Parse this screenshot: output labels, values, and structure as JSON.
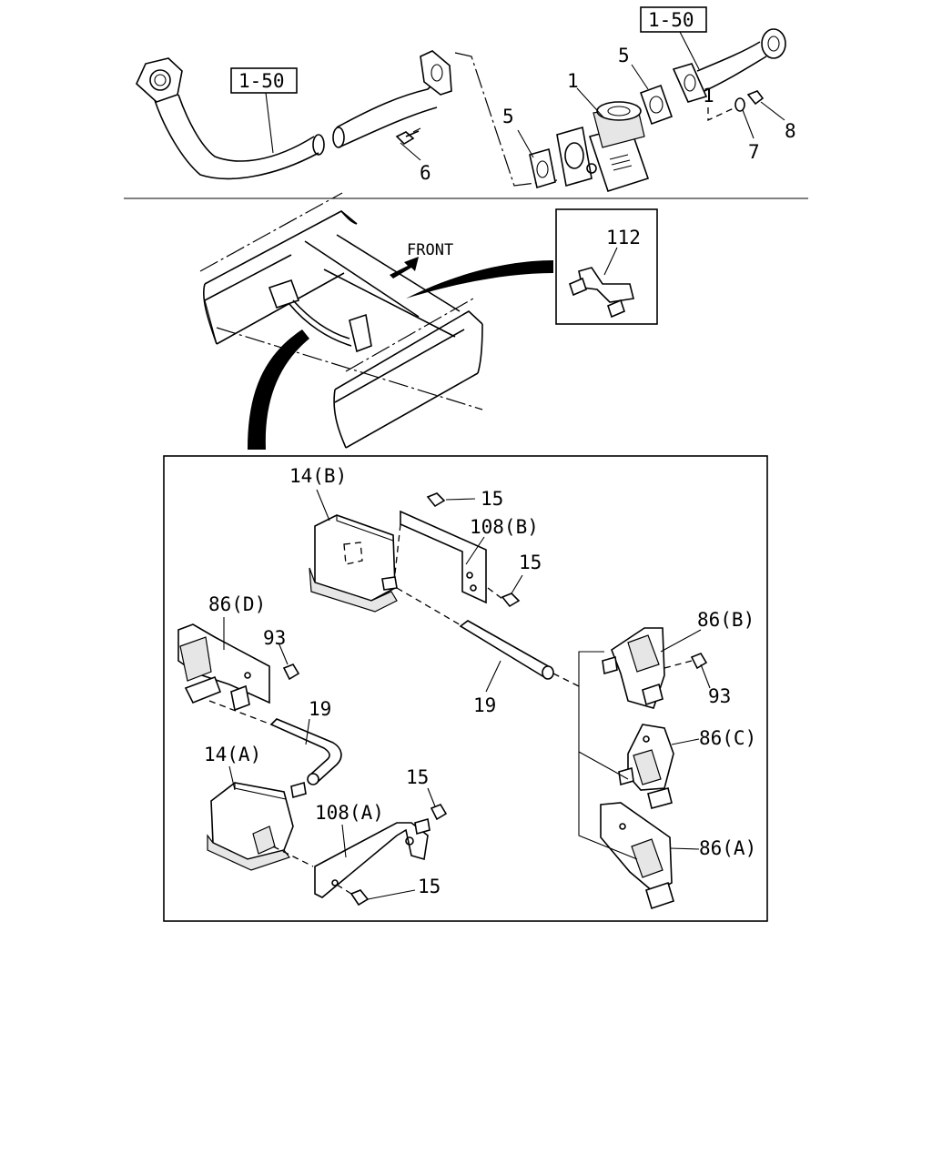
{
  "diagram": {
    "front_label": "FRONT",
    "refs": {
      "ref_left": "1-50",
      "ref_right": "1-50"
    },
    "top_callouts": {
      "c1": "1",
      "c1b": "1",
      "c5a": "5",
      "c5b": "5",
      "c6": "6",
      "c7": "7",
      "c8": "8"
    },
    "inset_callout": "112",
    "detail_callouts": {
      "c14b": "14(B)",
      "c108b": "108(B)",
      "c15a": "15",
      "c15b": "15",
      "c86d": "86(D)",
      "c93a": "93",
      "c19a": "19",
      "c19b": "19",
      "c86b": "86(B)",
      "c93b": "93",
      "c86c": "86(C)",
      "c14a": "14(A)",
      "c108a": "108(A)",
      "c15c": "15",
      "c15d": "15",
      "c86a": "86(A)"
    }
  }
}
